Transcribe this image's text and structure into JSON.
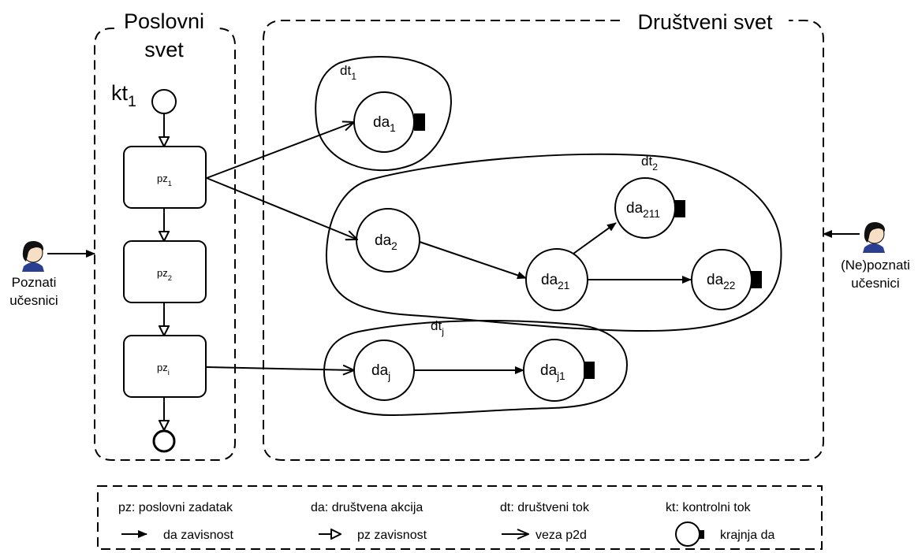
{
  "frames": {
    "business_world": "Poslovni svet",
    "social_world": "Društveni svet"
  },
  "control_flow": {
    "label": "kt",
    "sub": "1"
  },
  "business_tasks": [
    {
      "base": "pz",
      "sub": "1"
    },
    {
      "base": "pz",
      "sub": "2"
    },
    {
      "base": "pz",
      "sub": "i"
    }
  ],
  "social_flows": [
    {
      "base": "dt",
      "sub": "1"
    },
    {
      "base": "dt",
      "sub": "2"
    },
    {
      "base": "dt",
      "sub": "j"
    }
  ],
  "social_actions": [
    {
      "base": "da",
      "sub": "1"
    },
    {
      "base": "da",
      "sub": "2"
    },
    {
      "base": "da",
      "sub": "211"
    },
    {
      "base": "da",
      "sub": "21"
    },
    {
      "base": "da",
      "sub": "22"
    },
    {
      "base": "da",
      "sub": "j"
    },
    {
      "base": "da",
      "sub": "j1"
    }
  ],
  "participants": {
    "known": [
      "Poznati",
      "učesnici"
    ],
    "unknown": [
      "(Ne)poznati",
      "učesnici"
    ]
  },
  "legend": {
    "defs": [
      "pz: poslovni zadatak",
      "da: društvena akcija",
      "dt: društveni  tok",
      "kt: kontrolni tok"
    ],
    "symbols": [
      "da zavisnost",
      "pz zavisnost",
      "veza p2d",
      "krajnja da"
    ]
  }
}
